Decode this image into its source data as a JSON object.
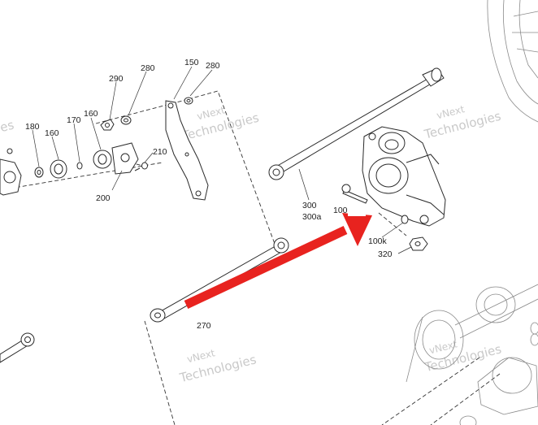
{
  "diagram": {
    "callouts": [
      {
        "id": "c290",
        "text": "290"
      },
      {
        "id": "c280a",
        "text": "280"
      },
      {
        "id": "c150",
        "text": "150"
      },
      {
        "id": "c280b",
        "text": "280"
      },
      {
        "id": "c180",
        "text": "180"
      },
      {
        "id": "c160a",
        "text": "160"
      },
      {
        "id": "c170",
        "text": "170"
      },
      {
        "id": "c160b",
        "text": "160"
      },
      {
        "id": "c210",
        "text": "210"
      },
      {
        "id": "c200",
        "text": "200"
      },
      {
        "id": "c300",
        "text": "300"
      },
      {
        "id": "c300a",
        "text": "300a"
      },
      {
        "id": "c100k_top",
        "text": "100k"
      },
      {
        "id": "c100k",
        "text": "100k"
      },
      {
        "id": "c320",
        "text": "320"
      },
      {
        "id": "c270",
        "text": "270"
      }
    ],
    "watermark": {
      "line1": "vNext",
      "line2": "Technologies",
      "partial_left": "es"
    },
    "arrow_color": "#e8231f"
  }
}
